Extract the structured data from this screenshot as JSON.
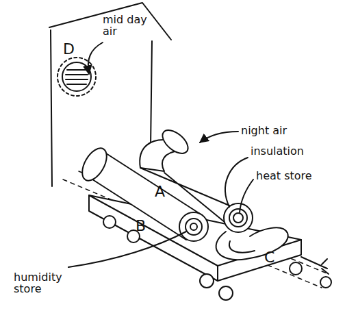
{
  "diagram": {
    "labels": [
      "D",
      "mid day air",
      "night air",
      "insulation",
      "heat store",
      "A",
      "B",
      "C",
      "humidity store"
    ]
  }
}
